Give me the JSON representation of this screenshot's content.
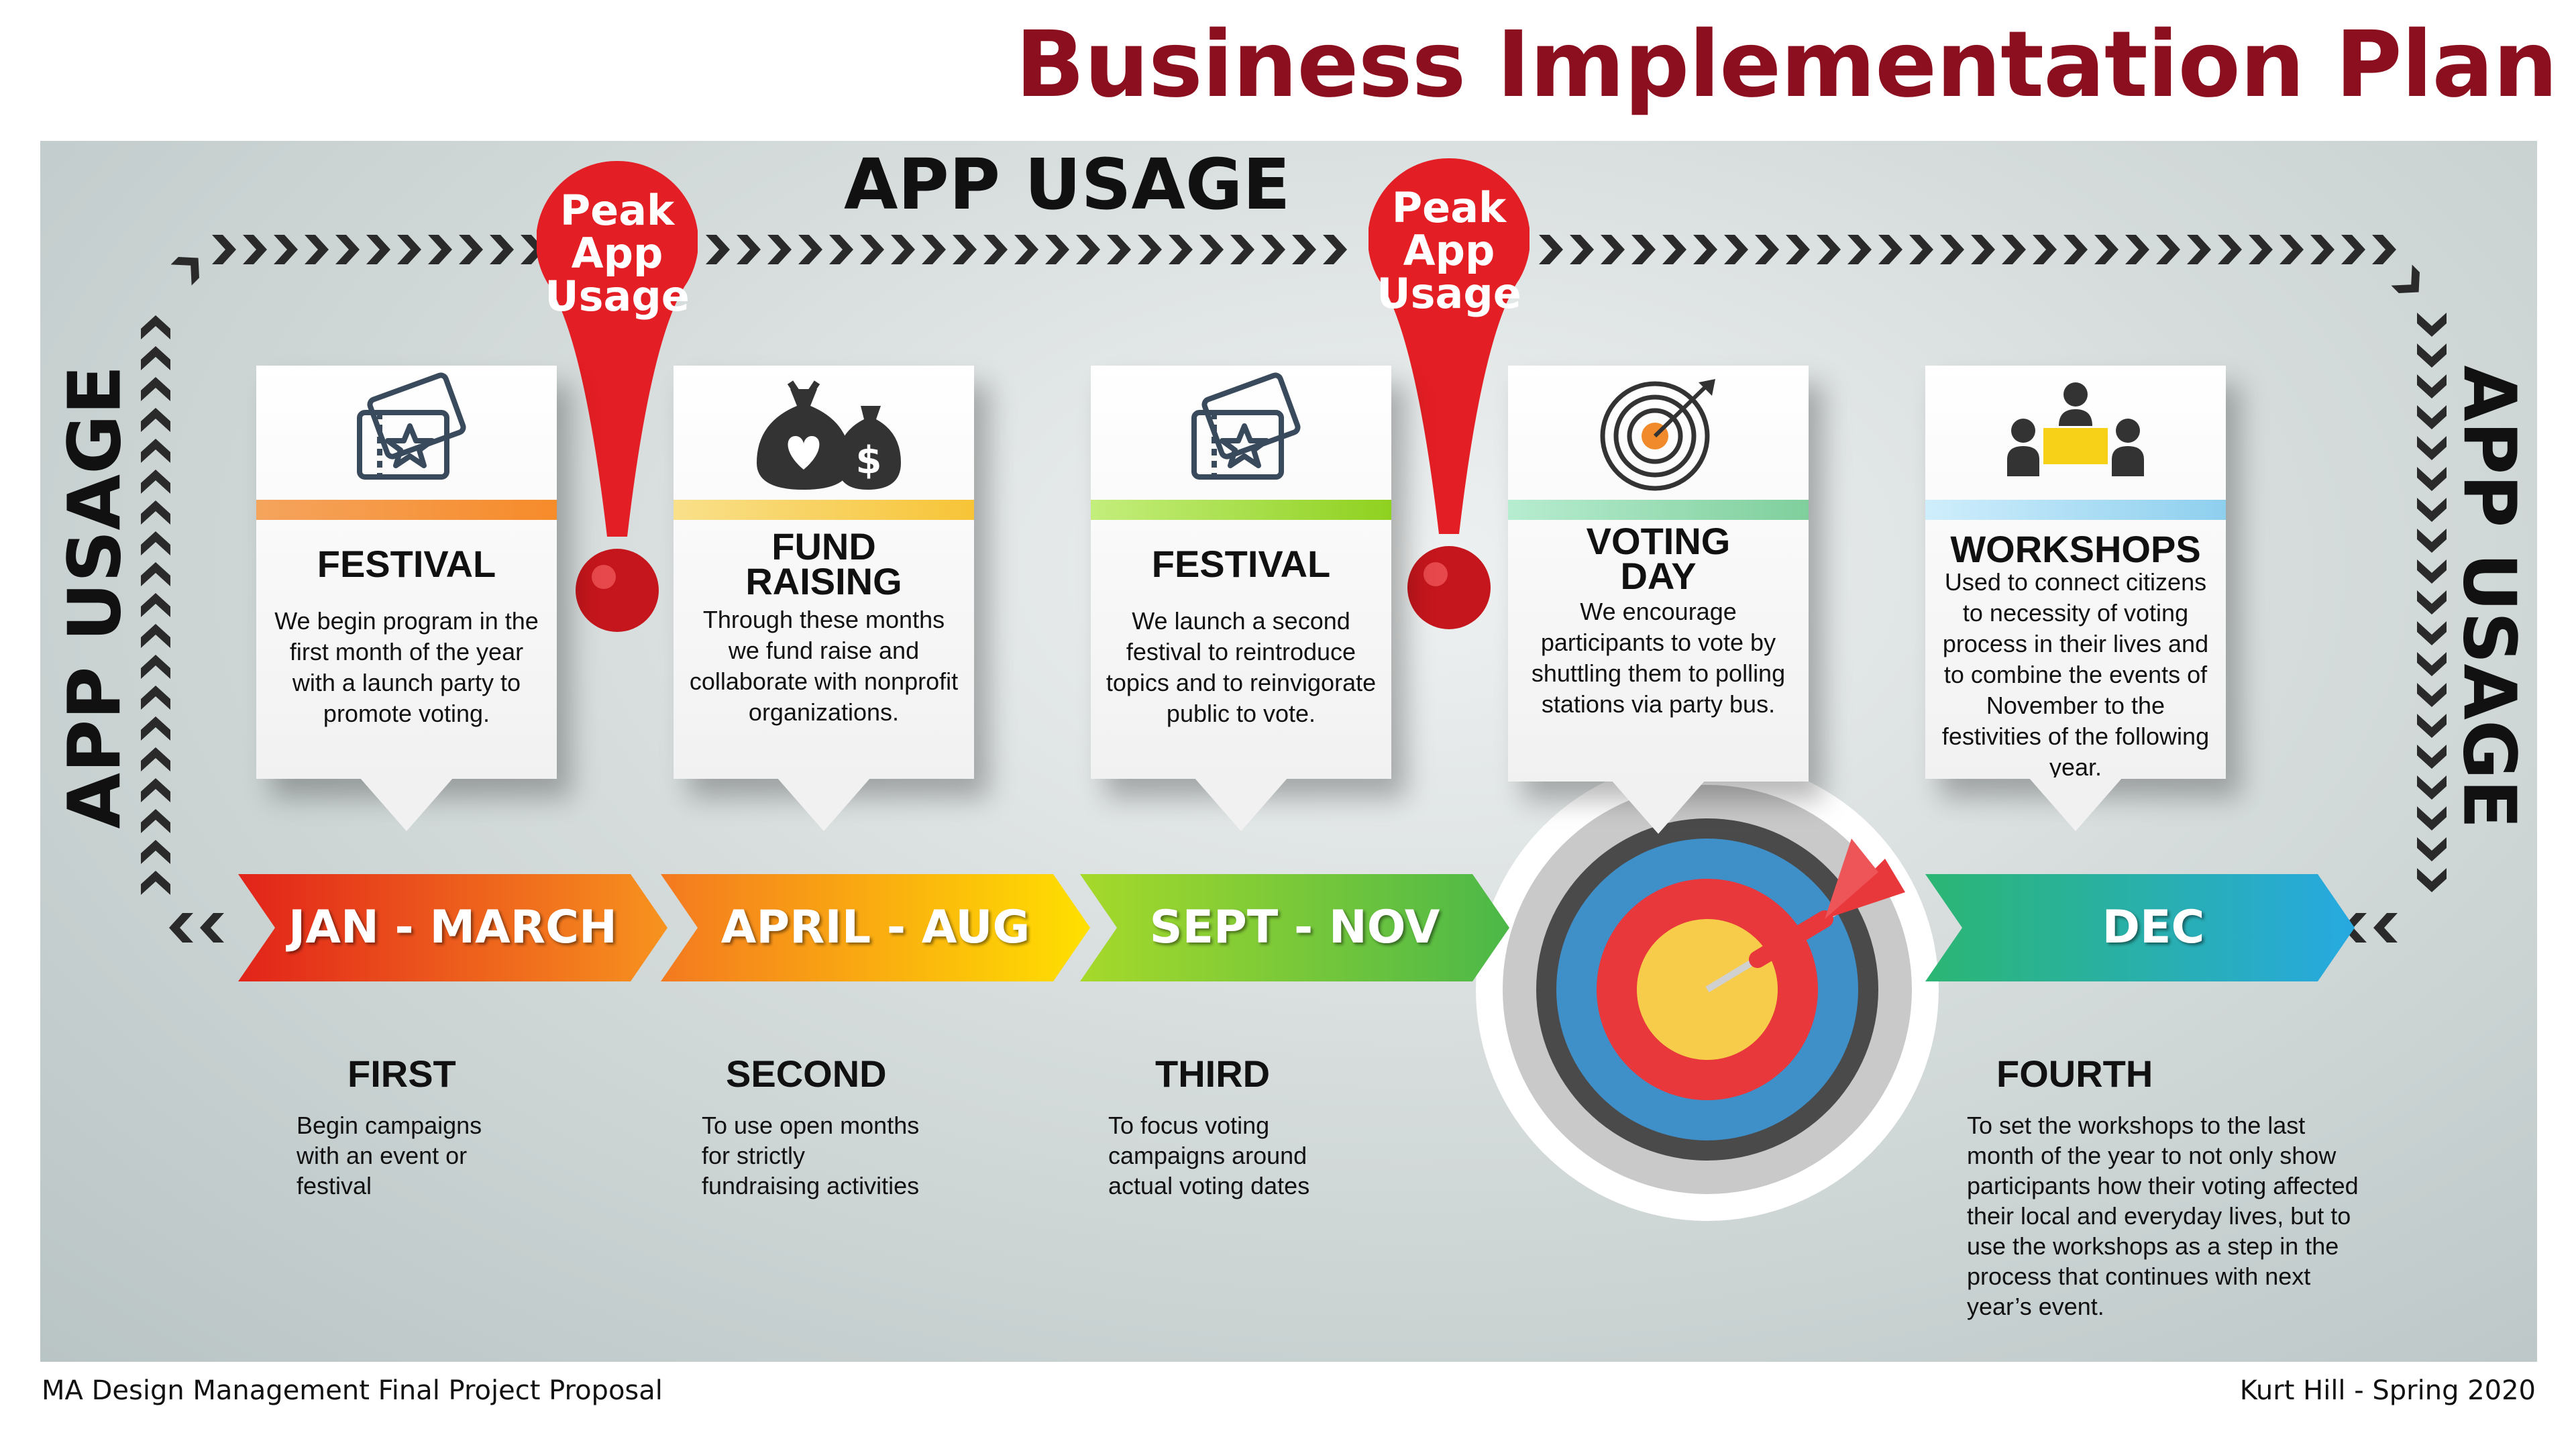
{
  "title": "Business Implementation Plan",
  "footer": {
    "left": "MA Design Management Final Project Proposal",
    "right": "Kurt Hill - Spring 2020"
  },
  "usage_labels": {
    "top": "APP USAGE",
    "left": "APP USAGE",
    "right": "APP USAGE"
  },
  "peak_pins": [
    {
      "line1": "Peak",
      "line2": "App",
      "line3": "Usage"
    },
    {
      "line1": "Peak",
      "line2": "App",
      "line3": "Usage"
    }
  ],
  "cards": [
    {
      "icon": "tickets-icon",
      "title": "FESTIVAL",
      "body": "We begin program in the first month of the year with a launch party to promote voting.",
      "color": "#f68b2a"
    },
    {
      "icon": "money-bags-icon",
      "title": "FUND RAISING",
      "body": "Through these months we fund raise and collaborate with nonprofit organizations.",
      "color": "#f7c437"
    },
    {
      "icon": "tickets-icon",
      "title": "FESTIVAL",
      "body": "We launch a second festival to reintroduce topics and to reinvigorate public to vote.",
      "color": "#8fd11f"
    },
    {
      "icon": "target-icon",
      "title": "VOTING DAY",
      "body": "We encourage participants to vote by shuttling them to polling stations via party bus.",
      "color": "#7fcf9c"
    },
    {
      "icon": "meeting-icon",
      "title": "WORKSHOPS",
      "body": "Used to connect citizens to necessity of voting process in their lives and to combine the events of November to the festivities of the following year.",
      "color": "#8ecfee"
    }
  ],
  "timeline": [
    {
      "label": "JAN - MARCH",
      "c1": "#e2231a",
      "c2": "#f7931e"
    },
    {
      "label": "APRIL - AUG",
      "c1": "#f47920",
      "c2": "#ffe000"
    },
    {
      "label": "SEPT - NOV",
      "c1": "#a6d92a",
      "c2": "#4cb848"
    },
    {
      "label": "DEC",
      "c1": "#2bb673",
      "c2": "#27a9e1"
    }
  ],
  "phases": [
    {
      "title": "FIRST",
      "text": "Begin campaigns with an event or festival"
    },
    {
      "title": "SECOND",
      "text": "To use open months for strictly fundraising activities"
    },
    {
      "title": "THIRD",
      "text": "To focus voting campaigns around actual voting dates"
    },
    {
      "title": "FOURTH",
      "text": "To set the workshops to the last month of the year to not only show participants how their voting affected their local and everyday lives, but to use the workshops as a step in the process that continues with next year’s event."
    }
  ]
}
